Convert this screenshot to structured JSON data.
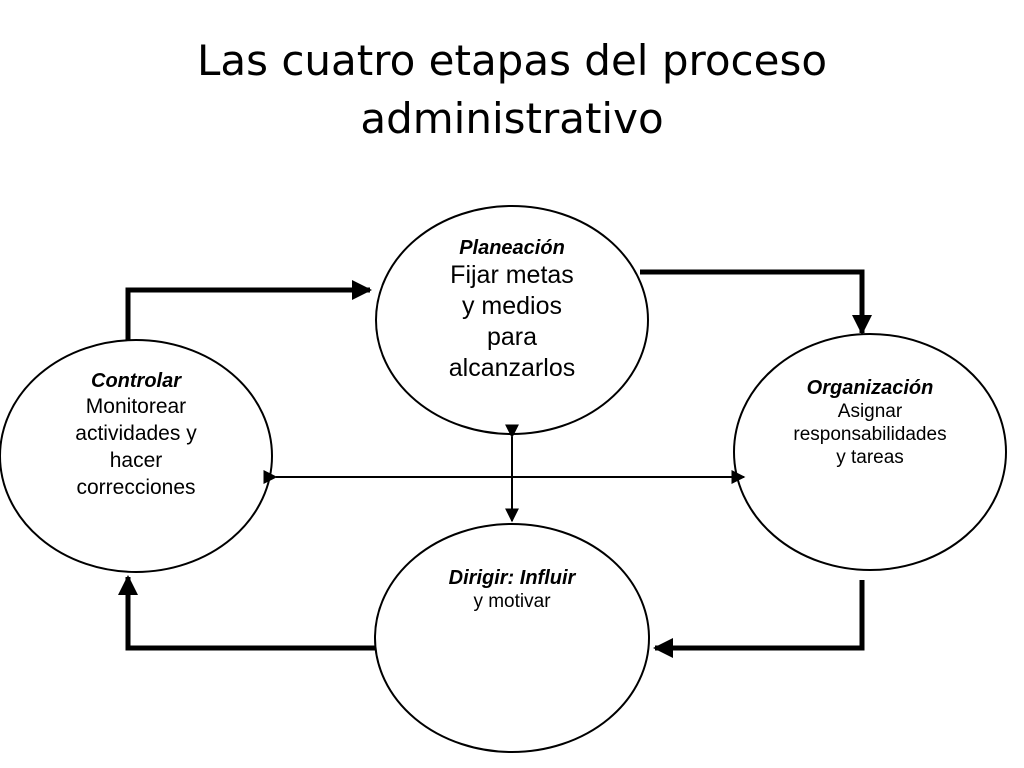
{
  "title": {
    "line1": "Las cuatro etapas del proceso",
    "line2": "administrativo"
  },
  "stages": {
    "planeacion": {
      "name": "Planeación",
      "description_lines": [
        "Fijar metas",
        "y medios",
        "para",
        "alcanzarlos"
      ]
    },
    "organizacion": {
      "name": "Organización",
      "description_lines": [
        "Asignar",
        "responsabilidades",
        "y tareas"
      ]
    },
    "dirigir": {
      "name": "Dirigir: Influir",
      "description_lines": [
        "y motivar"
      ]
    },
    "controlar": {
      "name": "Controlar",
      "description_lines": [
        "Monitorear",
        "actividades y",
        "hacer",
        "correcciones"
      ]
    }
  },
  "colors": {
    "line": "#000000",
    "background": "#ffffff"
  }
}
